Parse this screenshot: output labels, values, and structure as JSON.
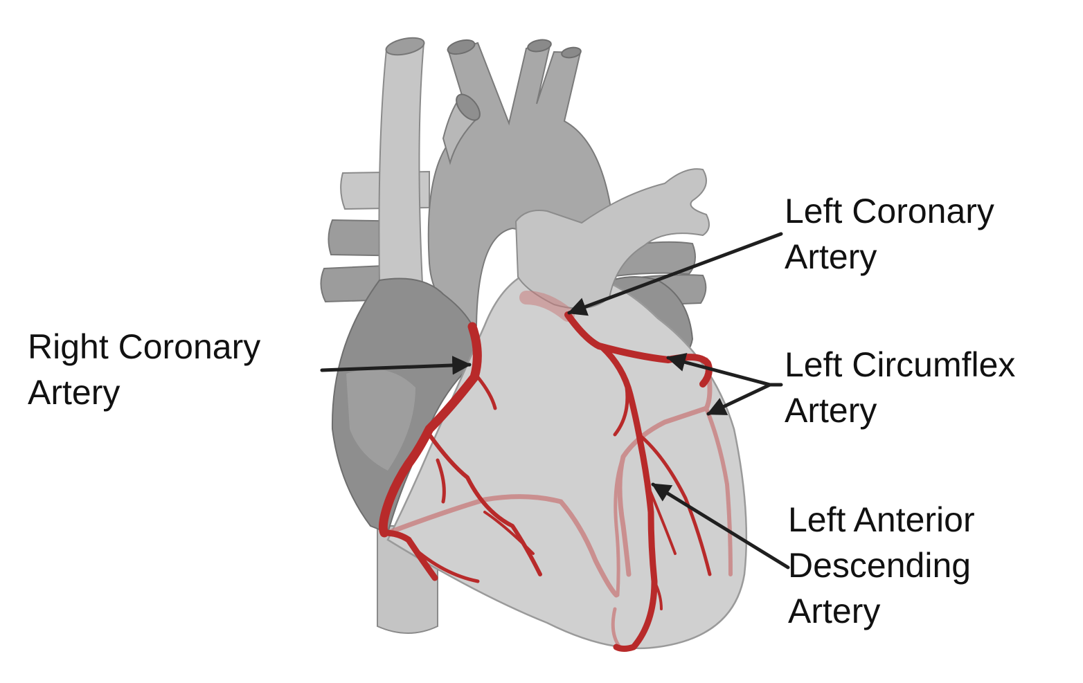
{
  "labels": {
    "right_coronary": {
      "line1": "Right Coronary",
      "line2": "Artery"
    },
    "left_coronary": {
      "line1": "Left Coronary",
      "line2": "Artery"
    },
    "left_circumflex": {
      "line1": "Left Circumflex",
      "line2": "Artery"
    },
    "left_anterior_descending": {
      "line1": "Left Anterior",
      "line2": "Descending",
      "line3": "Artery"
    }
  },
  "colors": {
    "artery": "#b82a2a",
    "artery_back": "#c97a7a",
    "heart_light": "#cfcfcf",
    "heart_mid": "#b3b3b3",
    "heart_dark": "#8f8f8f",
    "arrow": "#1f1f1f"
  }
}
